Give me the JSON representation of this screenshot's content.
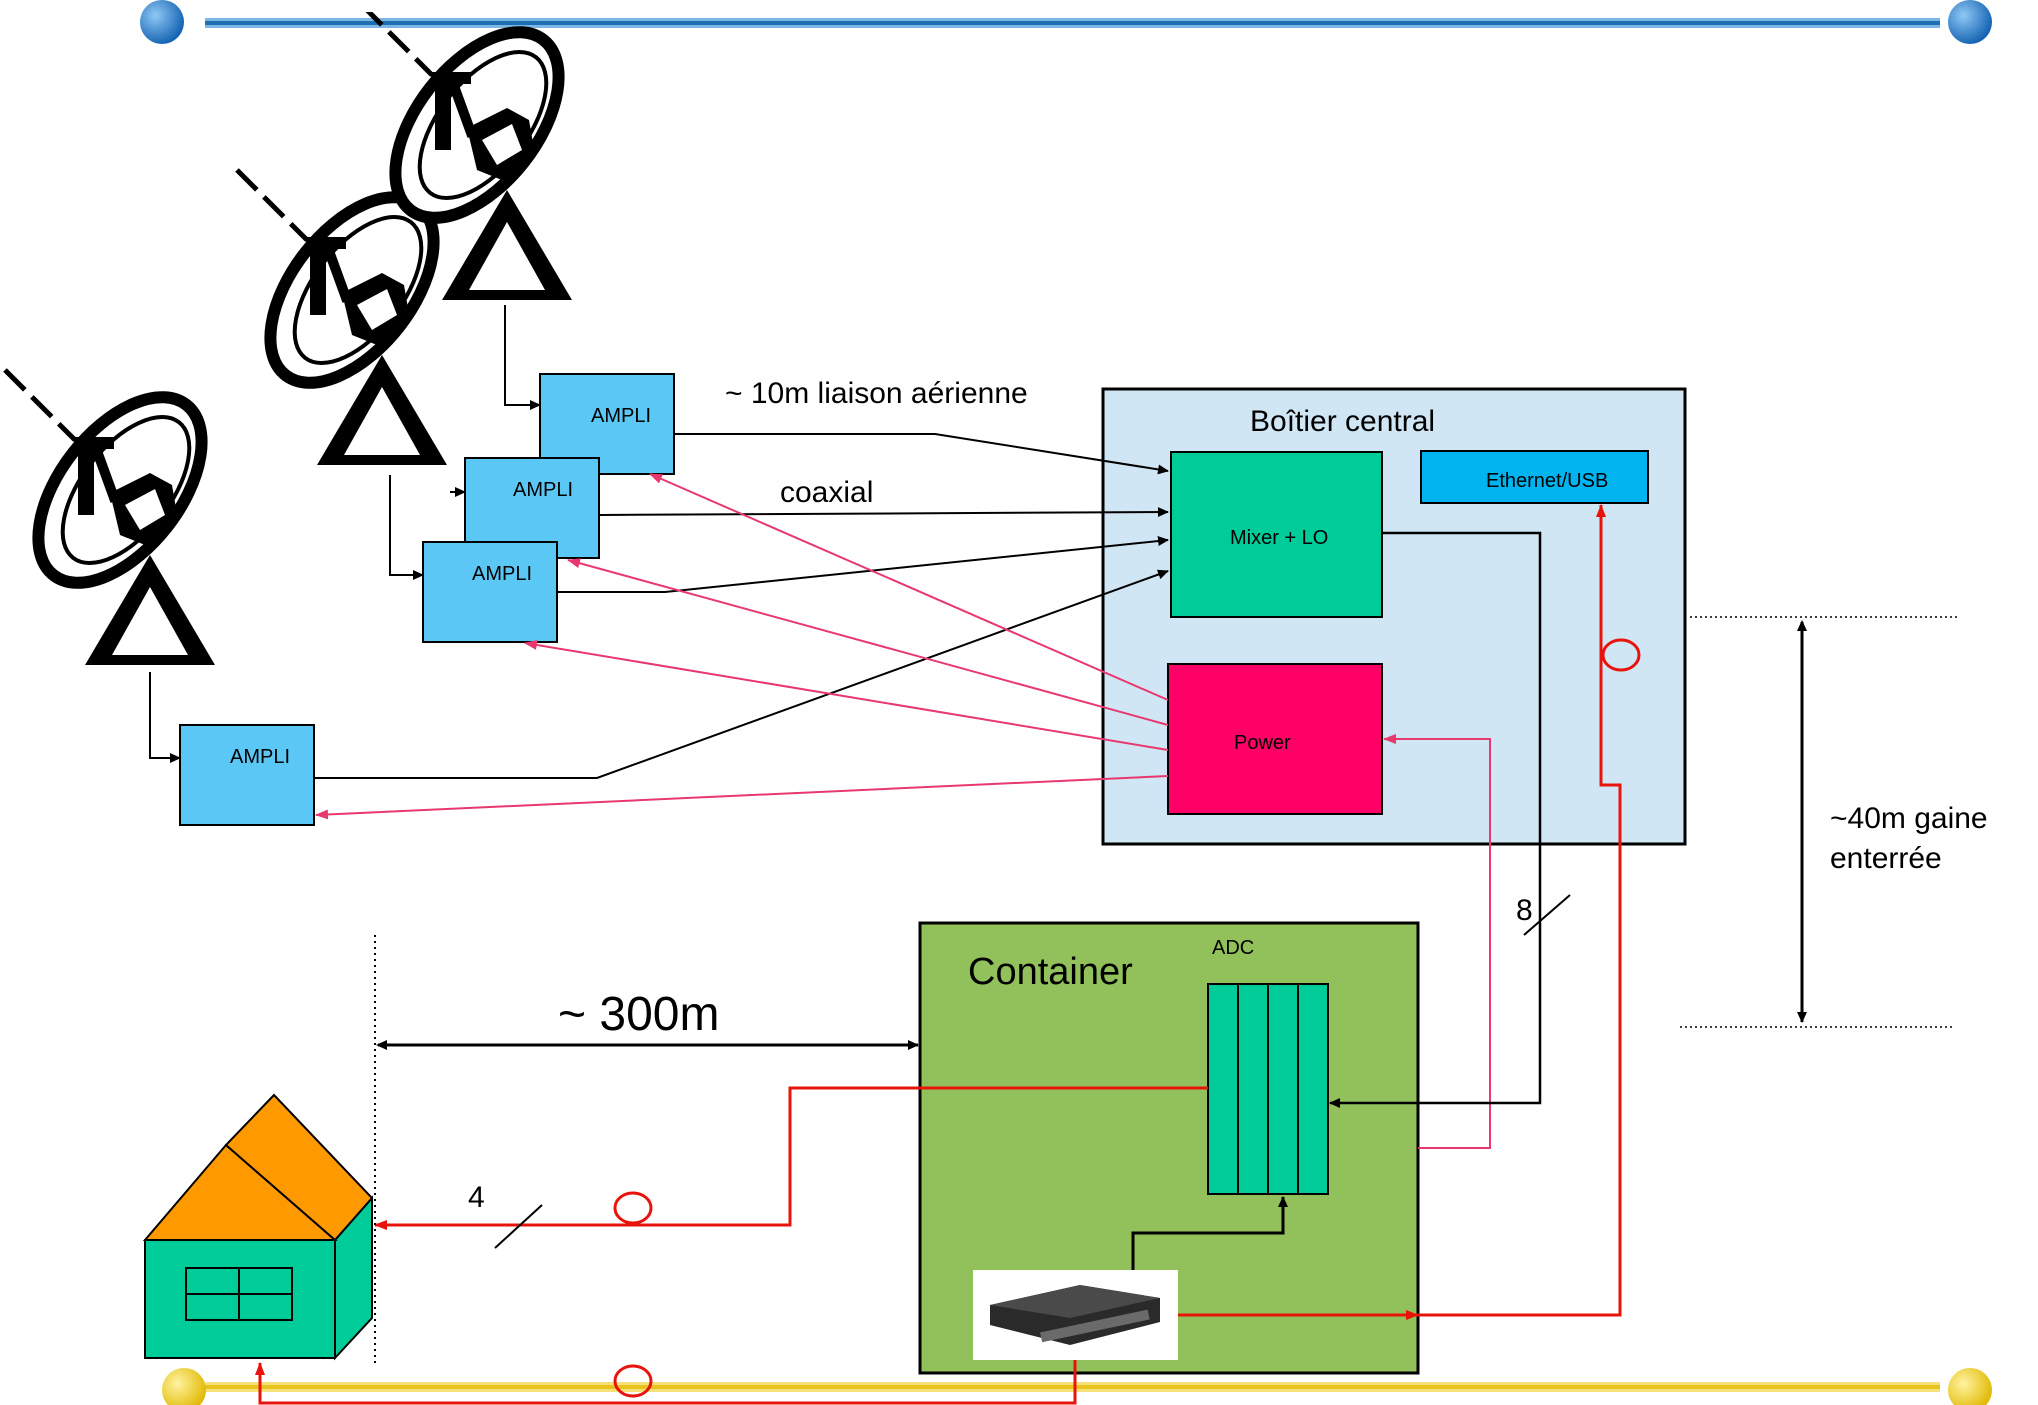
{
  "antennas": [
    {
      "id": "dish-1",
      "amp_label": "AMPLI"
    },
    {
      "id": "dish-2",
      "amp_label": "AMPLI"
    },
    {
      "id": "dish-3",
      "amp_label": "AMPLI"
    },
    {
      "id": "dish-4",
      "amp_label": "AMPLI"
    }
  ],
  "labels": {
    "air_link": "~ 10m liaison aérienne",
    "coaxial": "coaxial",
    "central_box": "Boîtier central",
    "mixer": "Mixer + LO",
    "ethernet": "Ethernet/USB",
    "power": "Power",
    "container": "Container",
    "adc": "ADC",
    "distance": "~ 300m",
    "gaine_line1": "~40m gaine",
    "gaine_line2": "enterrée",
    "count_8": "8",
    "count_4": "4"
  },
  "colors": {
    "signal": "#000000",
    "power_link": "#e8386e",
    "data_link": "#e8140c",
    "amp_fill": "#5bc7f5",
    "central_fill": "#d0e6f4",
    "mixer_fill": "#00cc99",
    "ethernet_fill": "#00b4f0",
    "power_fill": "#ff0066",
    "container_fill": "#92c05a",
    "adc_fill": "#00cc99",
    "house_wall": "#00cc99",
    "house_roof": "#ff9900",
    "top_bar": "#1e6eb4",
    "bottom_bar": "#e6c31e"
  },
  "icons": [
    "parabolic-dish-icon",
    "network-switch-icon",
    "house-icon"
  ]
}
